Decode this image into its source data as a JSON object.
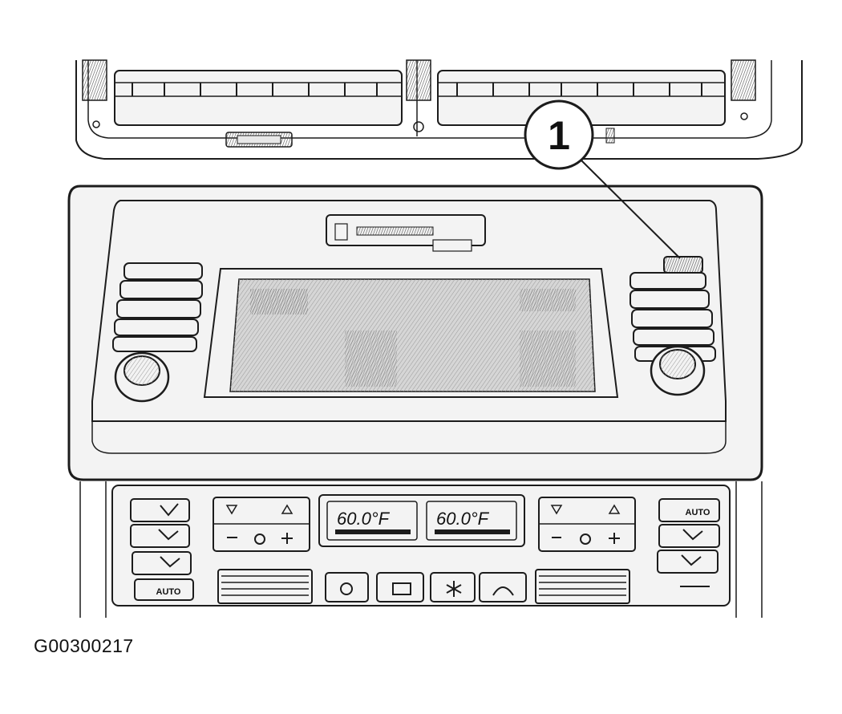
{
  "figure": {
    "id": "G00300217",
    "callout_number": "1",
    "temp_left": "60.0°F",
    "temp_right": "60.0°F",
    "button_label_left": "AUTO",
    "button_label_right": "AUTO"
  },
  "colors": {
    "ink": "#1c1c1c",
    "screen_fill": "#d6d6d6",
    "panel_fill": "#f3f3f3"
  }
}
